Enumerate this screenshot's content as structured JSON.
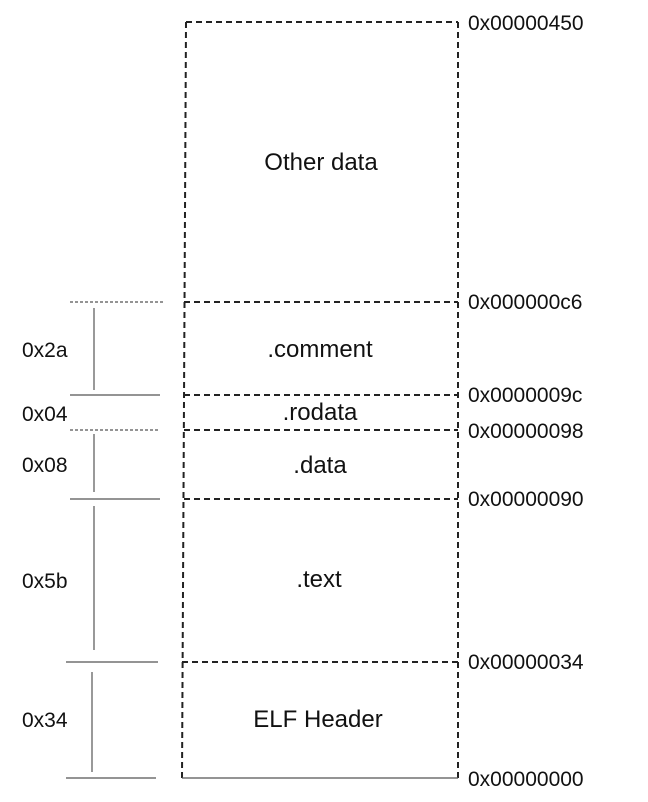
{
  "addresses": {
    "top": "0x00000450",
    "comment_start": "0x000000c6",
    "rodata_start": "0x0000009c",
    "data_start": "0x00000098",
    "text_start": "0x00000090",
    "header_end": "0x00000034",
    "bottom": "0x00000000"
  },
  "sections": {
    "other": "Other data",
    "comment": ".comment",
    "rodata": ".rodata",
    "data": ".data",
    "text": ".text",
    "header": "ELF Header"
  },
  "sizes": {
    "comment": "0x2a",
    "rodata": "0x04",
    "data": "0x08",
    "text": "0x5b",
    "header": "0x34"
  }
}
